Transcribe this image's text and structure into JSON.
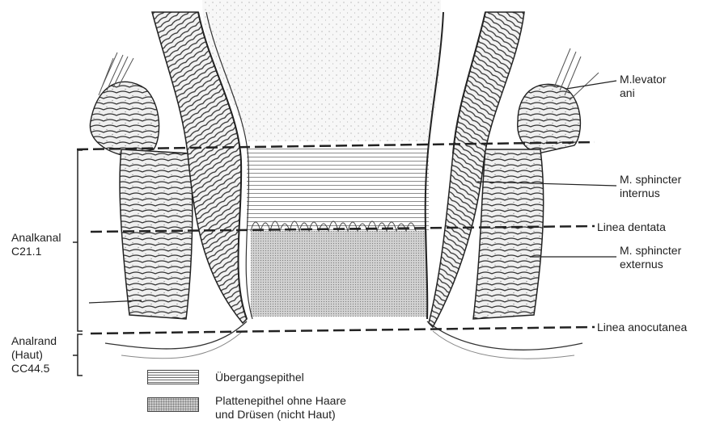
{
  "labels": {
    "levator": [
      "M.levator",
      "ani"
    ],
    "sphincter_internus": [
      "M. sphincter",
      "internus"
    ],
    "linea_dentata": "Linea dentata",
    "sphincter_externus": [
      "M. sphincter",
      "externus"
    ],
    "linea_anocutanea": "Linea anocutanea",
    "analkanal": [
      "Analkanal",
      "C21.1"
    ],
    "analrand": [
      "Analrand",
      "(Haut)",
      "CC44.5"
    ]
  },
  "legend": [
    {
      "pattern": "horizontal-lines",
      "text": [
        "Übergangsepithel"
      ]
    },
    {
      "pattern": "dotted-gray",
      "text": [
        "Plattenepithel ohne Haare",
        "und Drüsen (nicht Haut)"
      ]
    }
  ]
}
